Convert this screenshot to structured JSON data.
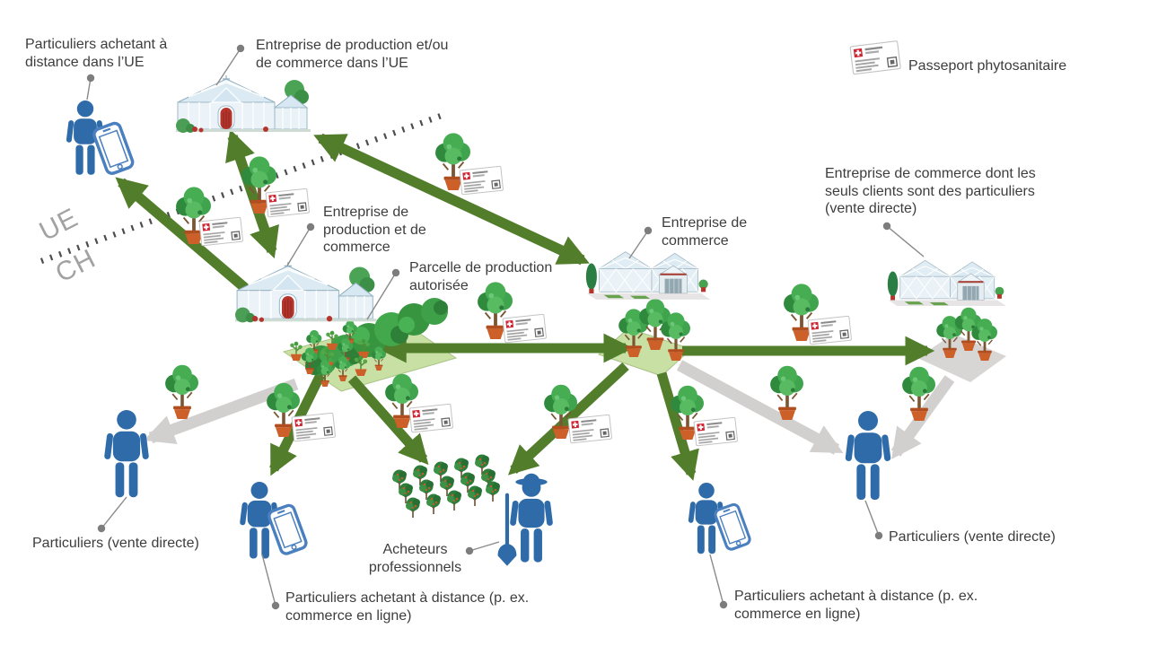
{
  "labels": {
    "particuliers_distance_ue": "Particuliers achetant à distance dans l’UE",
    "entreprise_ue": "Entreprise de production et/ou de commerce dans l’UE",
    "passeport": "Passeport phytosanitaire",
    "ue": "UE",
    "ch": "CH",
    "entreprise_prod_commerce": "Entreprise de production et de commerce",
    "parcelle": "Parcelle de production autorisée",
    "entreprise_commerce": "Entreprise de commerce",
    "entreprise_commerce_directe": "Entreprise de commerce dont les seuls clients sont des particuliers (vente directe)",
    "particuliers_directe_gauche": "Particuliers (vente directe)",
    "acheteurs_pro": "Acheteurs professionnels",
    "particuliers_distance_gauche": "Particuliers achetant à distance (p. ex. commerce en ligne)",
    "particuliers_distance_droite": "Particuliers achetant à distance (p. ex. commerce en ligne)",
    "particuliers_directe_droite": "Particuliers (vente directe)"
  },
  "colors": {
    "arrow_green": "#527e2c",
    "arrow_gray": "#d2cfcf",
    "person_blue": "#2e6ba8",
    "parcel_green": "#c8e0a4",
    "parcel_gray": "#d8d5d5",
    "border_text_gray": "#a2a2a2",
    "label_text": "#3d3d3d",
    "passport_red": "#cf2433"
  }
}
